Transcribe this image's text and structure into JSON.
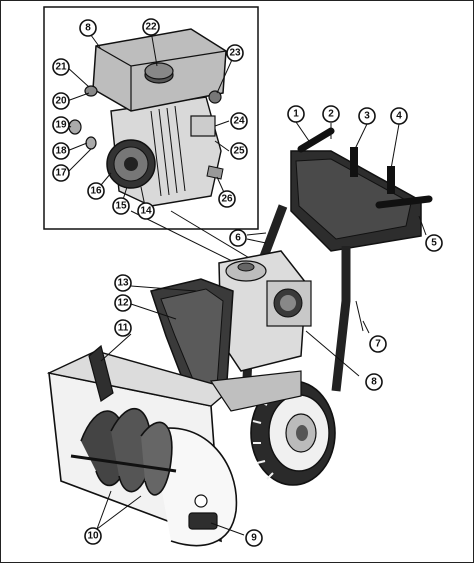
{
  "diagram": {
    "callouts": {
      "c1": "1",
      "c2": "2",
      "c3": "3",
      "c4": "4",
      "c5": "5",
      "c6": "6",
      "c7": "7",
      "c8a": "8",
      "c8b": "8",
      "c9": "9",
      "c10": "10",
      "c11": "11",
      "c12": "12",
      "c13": "13",
      "c14": "14",
      "c15": "15",
      "c16": "16",
      "c17": "17",
      "c18": "18",
      "c19": "19",
      "c20": "20",
      "c21": "21",
      "c22": "22",
      "c23": "23",
      "c24": "24",
      "c25": "25",
      "c26": "26"
    }
  }
}
